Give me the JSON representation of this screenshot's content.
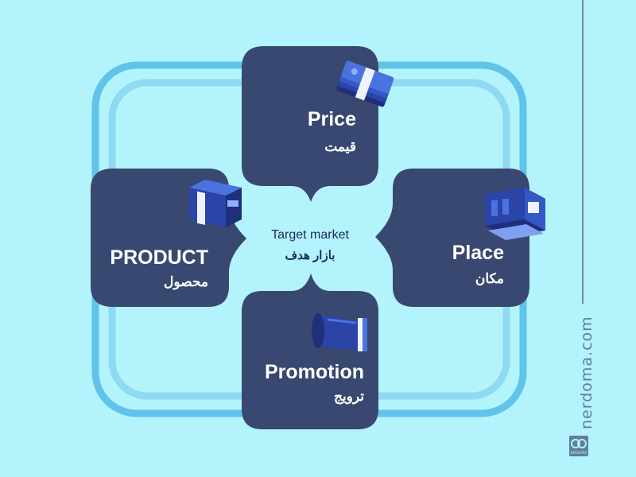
{
  "center": {
    "label_en": "Target market",
    "label_fa": "بازار هدف"
  },
  "quadrants": {
    "price": {
      "title": "Price",
      "subtitle": "قیمت"
    },
    "place": {
      "title": "Place",
      "subtitle": "مکان"
    },
    "product": {
      "title": "PRODUCT",
      "subtitle": "محصول"
    },
    "promotion": {
      "title": "Promotion",
      "subtitle": "ترویج"
    }
  },
  "brand": {
    "site": "nerdoma.com",
    "logo_caption": "NERDOMA"
  },
  "colors": {
    "background": "#b3f3fb",
    "card": "#384870",
    "ring_outer": "#5fc3ea",
    "ring_inner": "#8edaf3",
    "text_dark": "#1e2a60"
  },
  "icons": {
    "price": "money-stack-icon",
    "place": "store-icon",
    "product": "box-icon",
    "promotion": "megaphone-icon"
  }
}
